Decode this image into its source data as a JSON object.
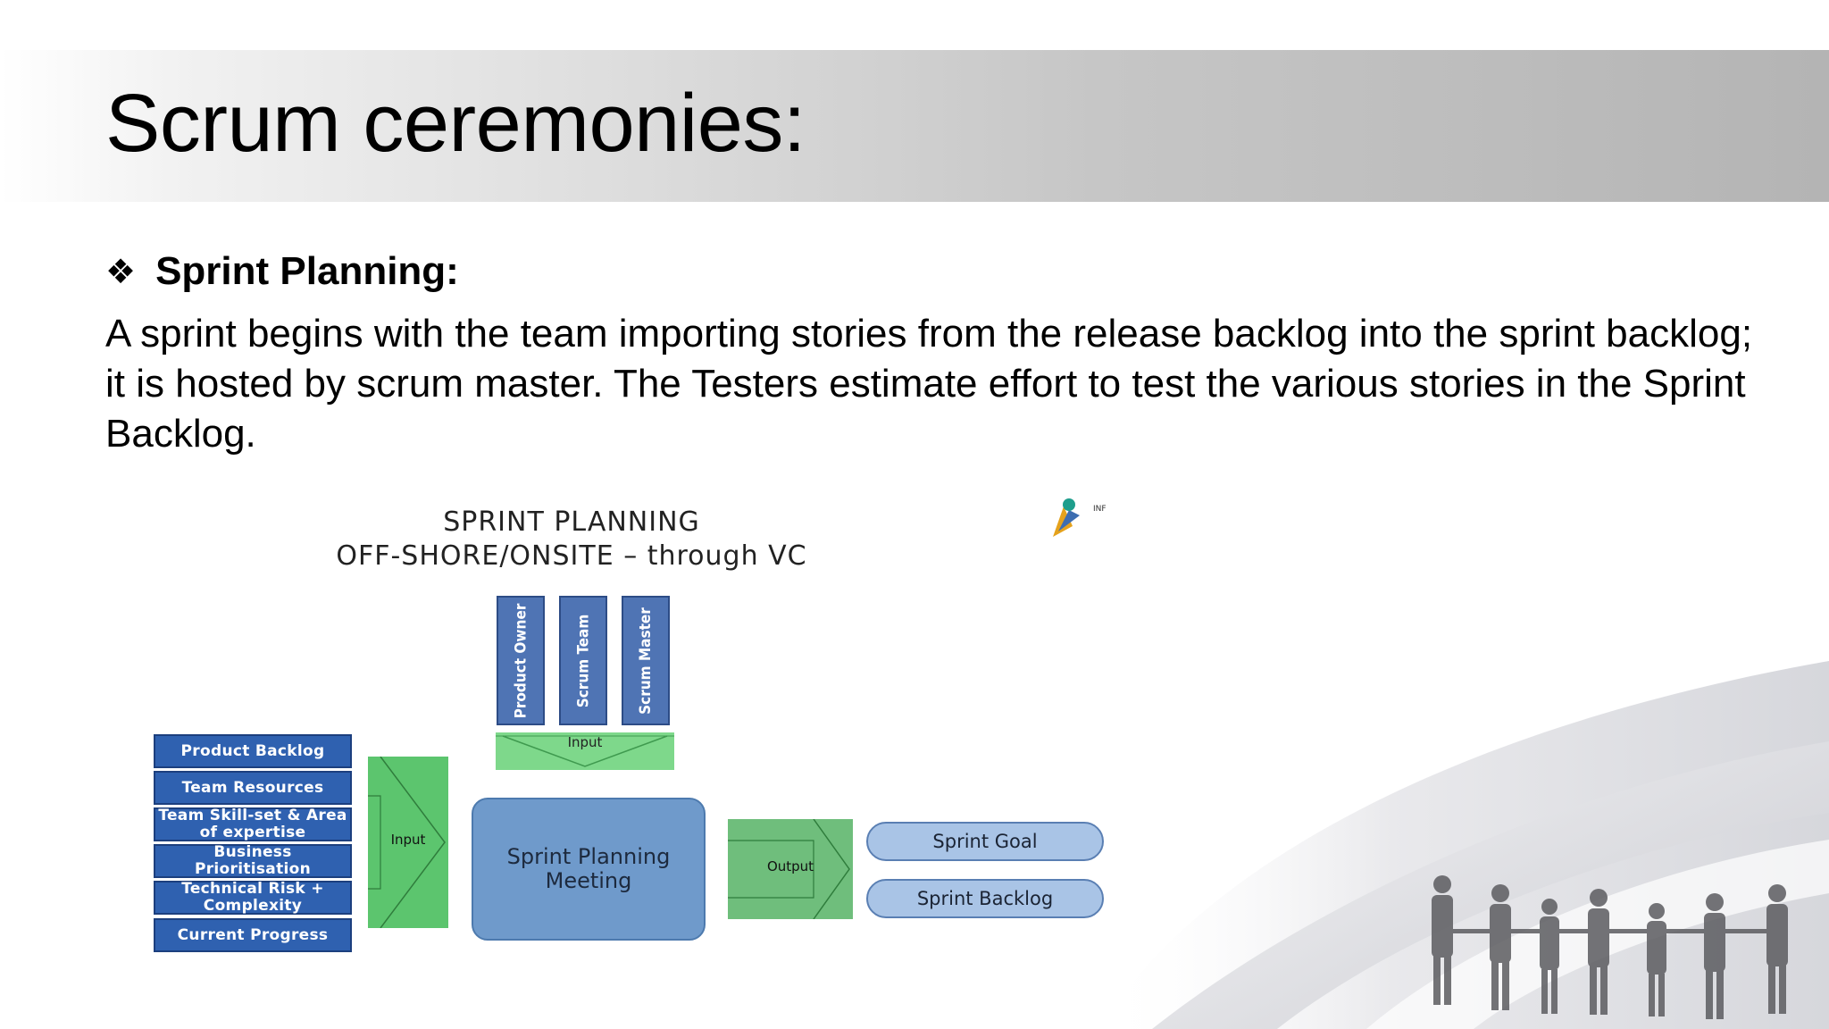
{
  "slide": {
    "title": "Scrum ceremonies:",
    "section_heading": "Sprint Planning:",
    "body": "A sprint begins with the team importing stories from the release backlog into the sprint backlog; it is hosted by scrum master. The Testers estimate effort to test the various stories in the Sprint Backlog."
  },
  "diagram": {
    "title_line1": "SPRINT PLANNING",
    "title_line2": "OFF-SHORE/ONSITE – through VC",
    "logo_text": "INF",
    "roles": [
      "Product Owner",
      "Scrum Team",
      "Scrum Master"
    ],
    "top_input_label": "Input",
    "inputs": [
      "Product Backlog",
      "Team Resources",
      "Team Skill-set & Area of expertise",
      "Business Prioritisation",
      "Technical Risk + Complexity",
      "Current Progress"
    ],
    "side_input_label": "Input",
    "meeting_label": "Sprint Planning Meeting",
    "output_label": "Output",
    "outputs": [
      "Sprint Goal",
      "Sprint Backlog"
    ]
  },
  "colors": {
    "role_box": "#4f74b4",
    "input_box": "#2f61b0",
    "arrow_green": "#5cc56e",
    "meeting_box": "#6f9acb",
    "output_pill": "#a9c4e6"
  }
}
